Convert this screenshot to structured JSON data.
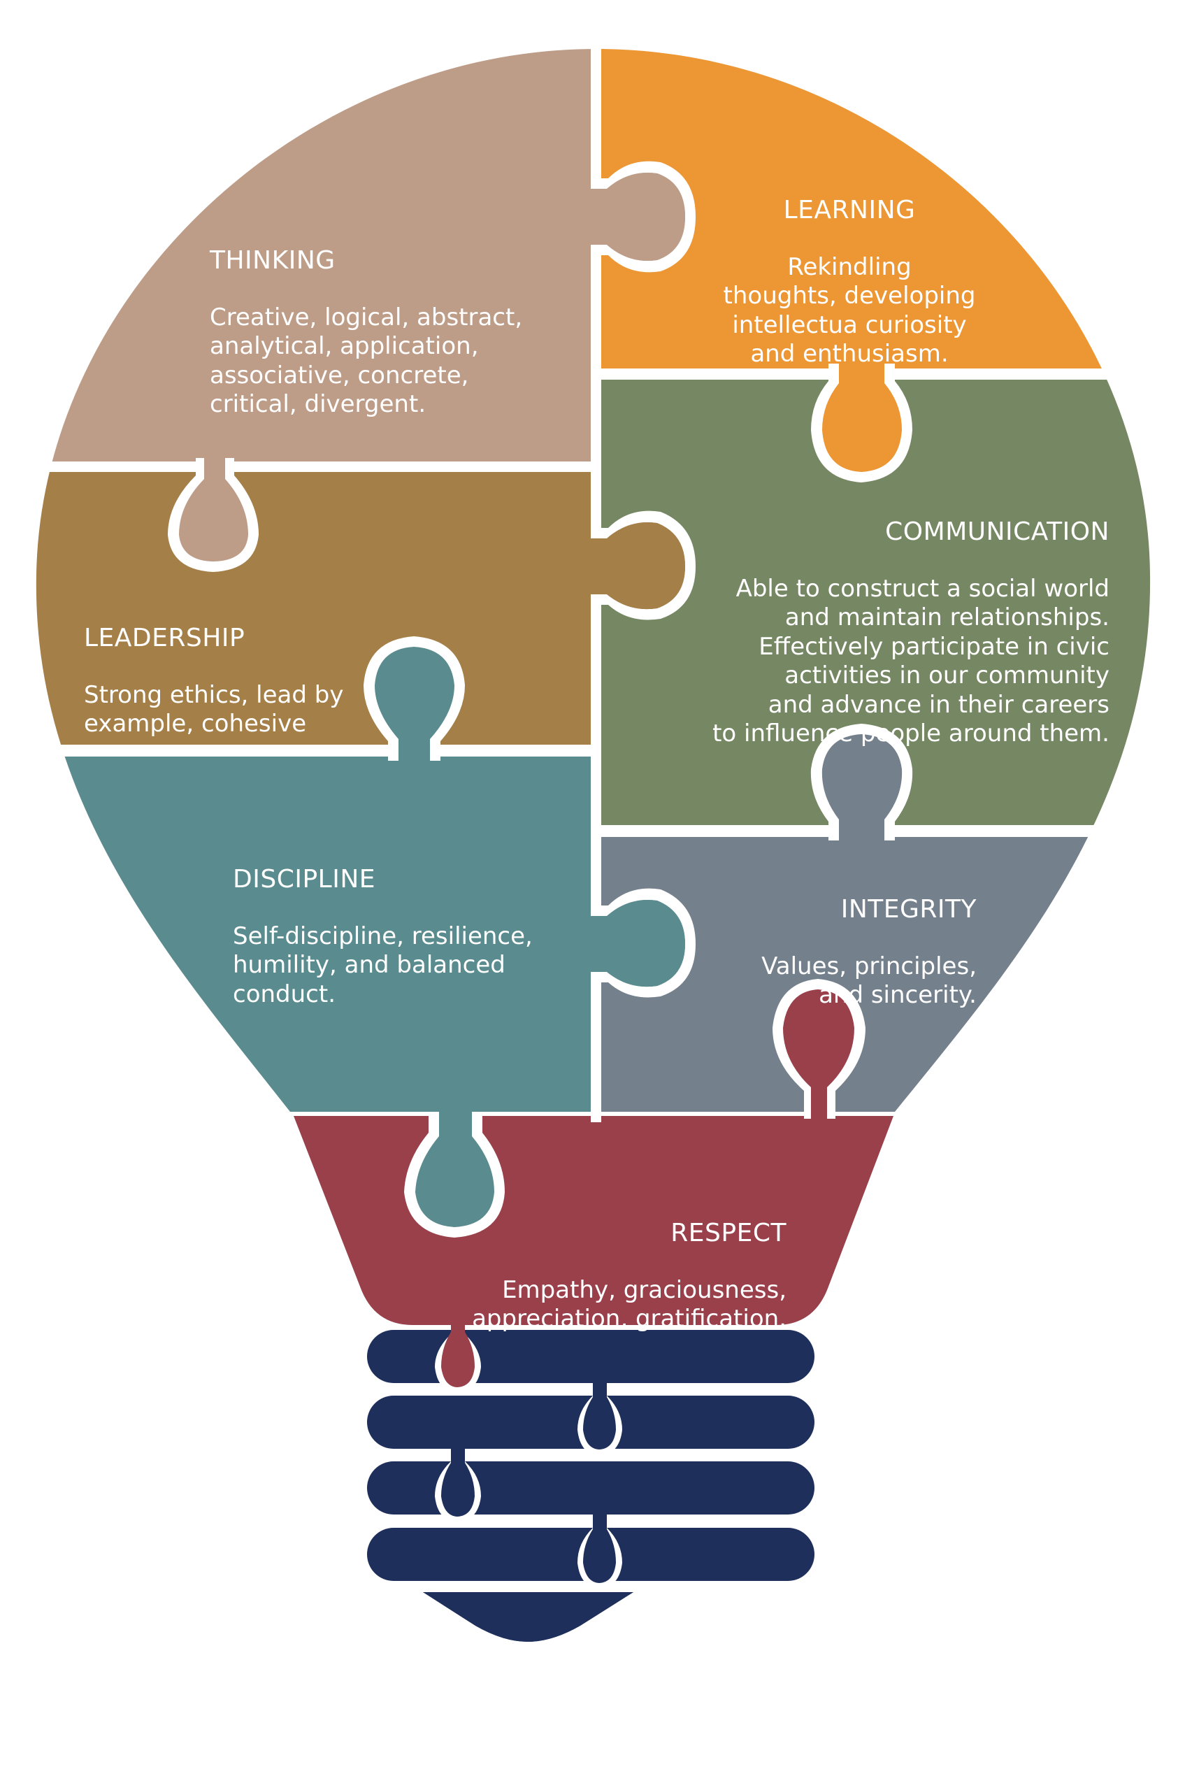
{
  "title": "Lightbulb puzzle of core values",
  "colors": {
    "thinking": "#bd9c88",
    "learning": "#ec9634",
    "leadership": "#a57f48",
    "communication": "#768763",
    "discipline": "#5a8b8f",
    "integrity": "#74808c",
    "respect": "#99404b",
    "base": "#1e2f5b",
    "gap": "#ffffff",
    "text": "#ffffff"
  },
  "pieces": {
    "thinking": {
      "title": "THINKING",
      "description": "Creative, logical, abstract,\nanalytical, application,\nassociative, concrete,\ncritical, divergent."
    },
    "learning": {
      "title": "LEARNING",
      "description": "Rekindling\nthoughts, developing\nintellectua curiosity\nand enthusiasm."
    },
    "leadership": {
      "title": "LEADERSHIP",
      "description": "Strong ethics, lead by\nexample, cohesive"
    },
    "communication": {
      "title": "COMMUNICATION",
      "description": "Able to construct a social world\nand maintain relationships.\nEffectively participate in civic\nactivities in our community\nand advance in their careers\nto influence people around them."
    },
    "discipline": {
      "title": "DISCIPLINE",
      "description": "Self-discipline, resilience,\nhumility, and balanced\nconduct."
    },
    "integrity": {
      "title": "INTEGRITY",
      "description": "Values, principles,\nand sincerity."
    },
    "respect": {
      "title": "RESPECT",
      "description": "Empathy, graciousness,\nappreciation, gratification."
    }
  },
  "base": {
    "bar_count": 4
  }
}
